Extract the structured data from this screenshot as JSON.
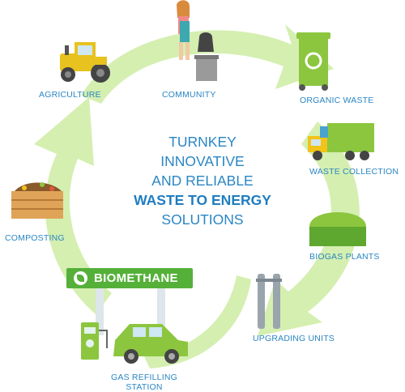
{
  "center": {
    "line1": "TURNKEY",
    "line2": "INNOVATIVE",
    "line3": "AND RELIABLE",
    "line4": "WASTE TO ENERGY",
    "line5": "SOLUTIONS"
  },
  "cycle_steps": [
    {
      "id": "agriculture",
      "label": "AGRICULTURE",
      "icon": "tractor-icon"
    },
    {
      "id": "community",
      "label": "COMMUNITY",
      "icon": "woman-with-trash-bin-icon"
    },
    {
      "id": "organic-waste",
      "label": "ORGANIC WASTE",
      "icon": "recycle-bin-icon"
    },
    {
      "id": "waste-collection",
      "label": "WASTE COLLECTION",
      "icon": "garbage-truck-icon"
    },
    {
      "id": "biogas-plants",
      "label": "BIOGAS PLANTS",
      "icon": "biogas-dome-icon"
    },
    {
      "id": "upgrading-units",
      "label": "UPGRADING UNITS",
      "icon": "upgrading-columns-icon"
    },
    {
      "id": "gas-refilling-station",
      "label_line1": "GAS REFILLING",
      "label_line2": "STATION",
      "icon": "gas-station-car-icon"
    },
    {
      "id": "composting",
      "label": "COMPOSTING",
      "icon": "compost-crate-icon"
    }
  ],
  "sign": {
    "text": "BIOMETHANE"
  },
  "colors": {
    "label_blue": "#2a86c4",
    "arrow_green": "#d4efb0",
    "sign_green": "#55b03a"
  }
}
